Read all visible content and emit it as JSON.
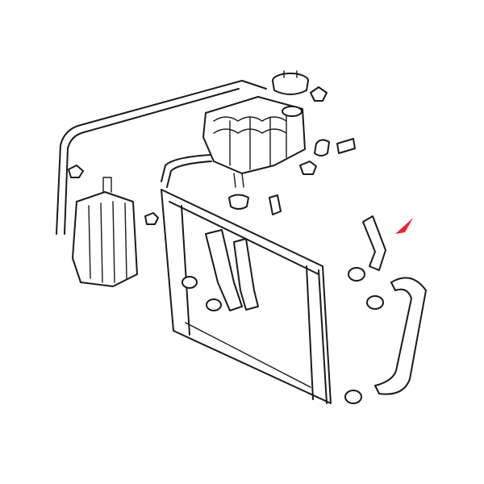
{
  "diagram": {
    "kind": "cooling-system-parts-illustration",
    "colors": {
      "line": "#1a1a1a",
      "background": "#ffffff",
      "callout_arrow": "#e8262c"
    },
    "parts": [
      "expansion-tank",
      "expansion-tank-cap",
      "coolant-reservoir",
      "radiator",
      "upper-radiator-hose",
      "lower-radiator-hose",
      "overflow-line",
      "hose-clamps",
      "fasteners"
    ],
    "highlighted_part": "upper-radiator-hose"
  }
}
